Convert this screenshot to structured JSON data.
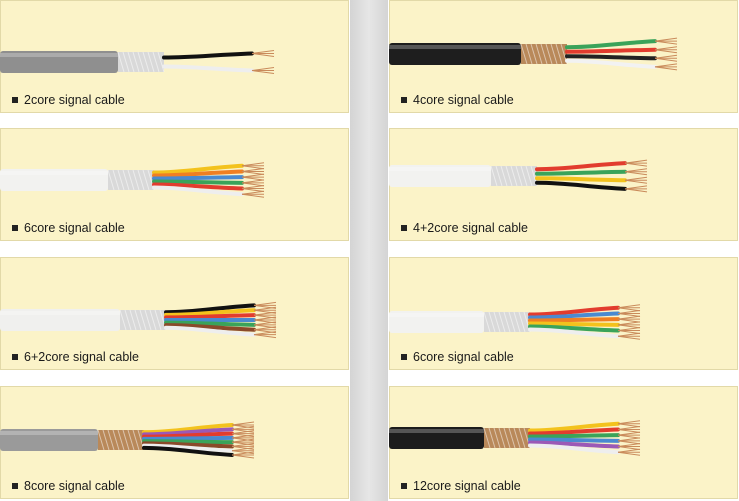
{
  "panels": [
    {
      "label": "2core signal cable",
      "jacket": "#8f8f8f",
      "shield": "foil",
      "cores": [
        "#111111",
        "#eeeeee"
      ]
    },
    {
      "label": "4core signal cable",
      "jacket": "#1e1e1e",
      "shield": "braid",
      "cores": [
        "#3aa35a",
        "#e23c2e",
        "#222222",
        "#f2f2f2"
      ]
    },
    {
      "label": "6core signal cable",
      "jacket": "#f2f2f0",
      "shield": "foil",
      "cores": [
        "#f3c21d",
        "#f07f22",
        "#4a8ad0",
        "#3aa35a",
        "#e23c2e",
        "#eeeeee"
      ]
    },
    {
      "label": "4+2core signal cable",
      "jacket": "#f2f2f0",
      "shield": "foil",
      "cores": [
        "#e23c2e",
        "#3aa35a",
        "#f3c21d",
        "#111111"
      ]
    },
    {
      "label": "6+2core signal cable",
      "jacket": "#f0f0ee",
      "shield": "foil",
      "cores": [
        "#111111",
        "#f3c21d",
        "#e23c2e",
        "#4a8ad0",
        "#3aa35a",
        "#8a4a2a",
        "#eeeeee"
      ]
    },
    {
      "label": "6core signal cable",
      "jacket": "#f2f2f0",
      "shield": "foil",
      "cores": [
        "#e23c2e",
        "#4a8ad0",
        "#f07f22",
        "#f3c21d",
        "#3aa35a",
        "#eeeeee"
      ]
    },
    {
      "label": "8core signal cable",
      "jacket": "#9a9a9a",
      "shield": "braid",
      "cores": [
        "#f3c21d",
        "#9b59b6",
        "#e23c2e",
        "#4a8ad0",
        "#3aa35a",
        "#8a4a2a",
        "#eeeeee",
        "#111111"
      ]
    },
    {
      "label": "12core signal cable",
      "jacket": "#1c1c1c",
      "shield": "braid",
      "cores": [
        "#f3c21d",
        "#e23c2e",
        "#3aa35a",
        "#4a8ad0",
        "#9b59b6",
        "#eeeeee"
      ]
    }
  ]
}
